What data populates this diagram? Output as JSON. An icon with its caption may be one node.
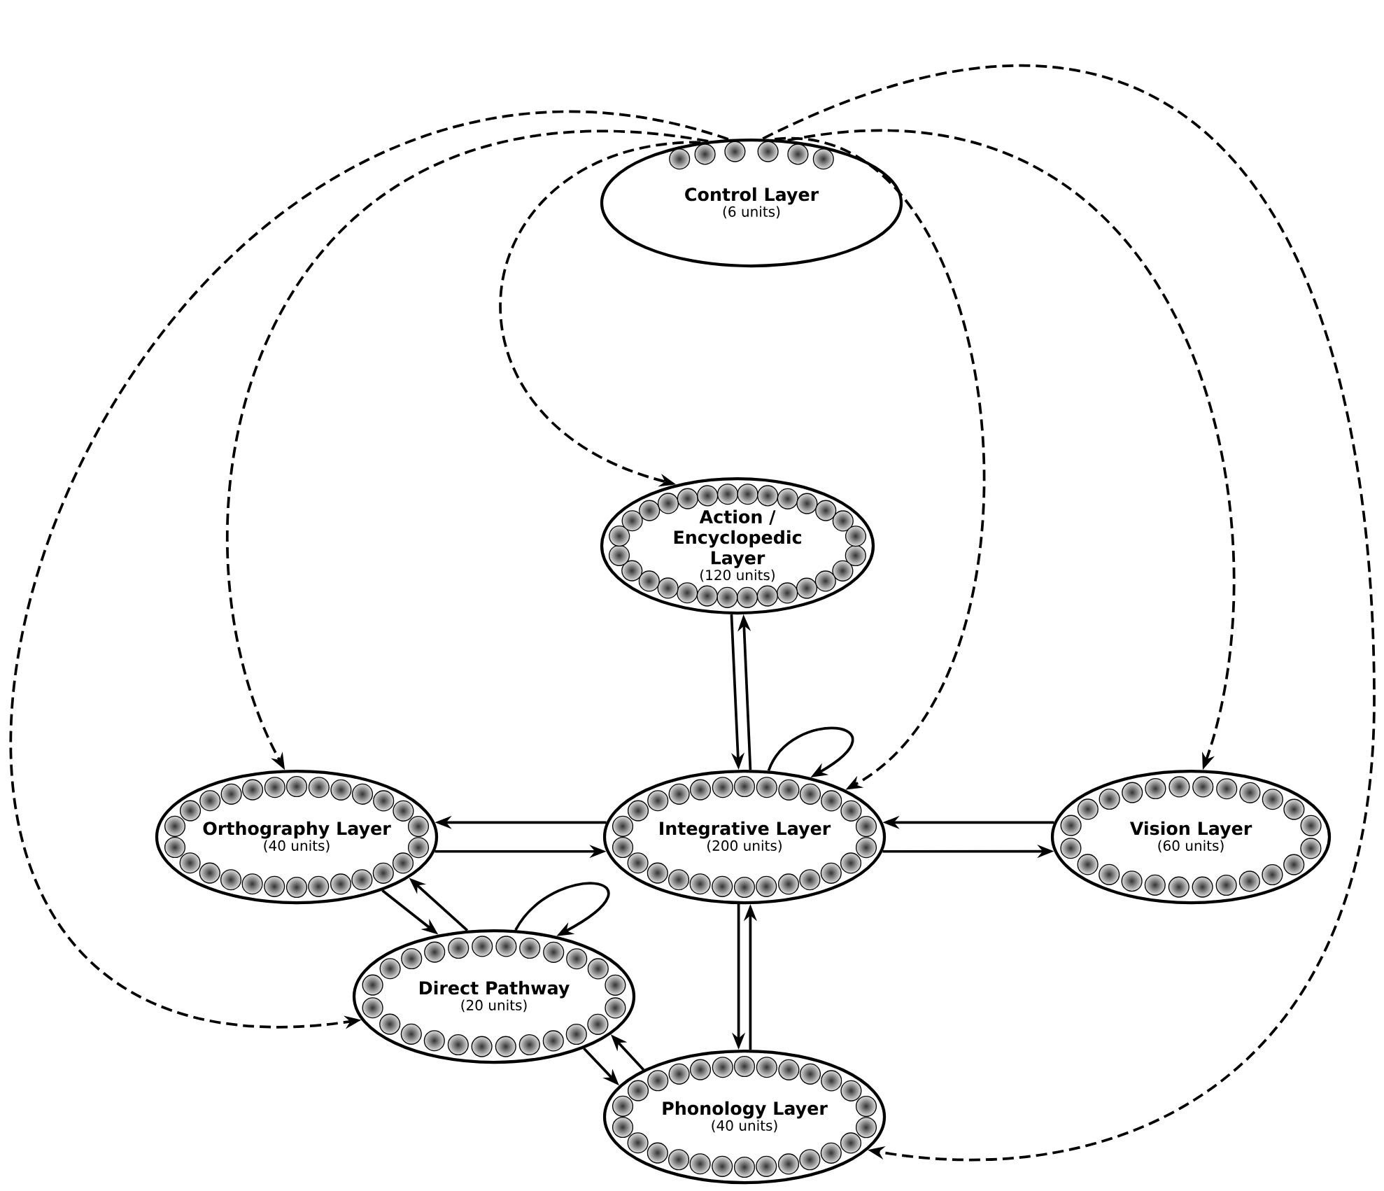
{
  "diagram": {
    "nodes": [
      {
        "text": [
          "Control Layer",
          "(6 units)"
        ]
      },
      {
        "text": [
          "Action / Encyclopedic Layer",
          "(120 units)"
        ]
      },
      {
        "text": [
          "Orthography Layer",
          "(40 units)"
        ]
      },
      {
        "text": [
          "Integrative Layer",
          "(200 units)"
        ]
      },
      {
        "text": [
          "Vision Layer",
          "(60 units)"
        ]
      },
      {
        "text": [
          "Direct Pathway",
          "(20 units)"
        ]
      },
      {
        "text": [
          "Phonology Layer",
          "(40 units)"
        ]
      }
    ],
    "edges": [
      {
        "from": 0,
        "to": 1,
        "arrow": "to",
        "style": "dashed"
      },
      {
        "from": 0,
        "to": 2,
        "arrow": "to",
        "style": "dashed"
      },
      {
        "from": 0,
        "to": 3,
        "arrow": "to",
        "style": "dashed"
      },
      {
        "from": 0,
        "to": 4,
        "arrow": "to",
        "style": "dashed"
      },
      {
        "from": 0,
        "to": 5,
        "arrow": "to",
        "style": "dashed"
      },
      {
        "from": 0,
        "to": 6,
        "arrow": "to",
        "style": "dashed"
      },
      {
        "from": 1,
        "to": 3,
        "arrow": "to"
      },
      {
        "from": 3,
        "to": 1,
        "arrow": "to"
      },
      {
        "from": 3,
        "to": 2,
        "arrow": "to"
      },
      {
        "from": 2,
        "to": 3,
        "arrow": "to"
      },
      {
        "from": 3,
        "to": 4,
        "arrow": "to"
      },
      {
        "from": 4,
        "to": 3,
        "arrow": "to"
      },
      {
        "from": 3,
        "to": 3,
        "arrow": "to"
      },
      {
        "from": 2,
        "to": 5,
        "arrow": "to"
      },
      {
        "from": 5,
        "to": 2,
        "arrow": "to"
      },
      {
        "from": 5,
        "to": 5,
        "arrow": "to"
      },
      {
        "from": 5,
        "to": 6,
        "arrow": "to"
      },
      {
        "from": 6,
        "to": 5,
        "arrow": "to"
      },
      {
        "from": 3,
        "to": 6,
        "arrow": "to"
      },
      {
        "from": 6,
        "to": 3,
        "arrow": "to"
      }
    ]
  }
}
